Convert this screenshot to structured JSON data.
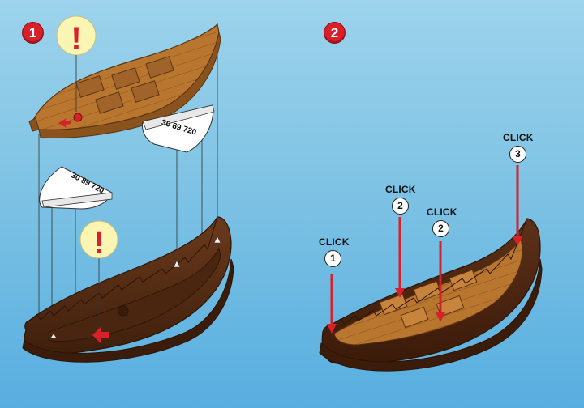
{
  "steps": [
    {
      "number": "1"
    },
    {
      "number": "2"
    }
  ],
  "warning": {
    "symbol": "!"
  },
  "part_code": "30 89 720",
  "clicks": [
    {
      "label": "CLICK",
      "order": "1"
    },
    {
      "label": "CLICK",
      "order": "2"
    },
    {
      "label": "CLICK",
      "order": "2"
    },
    {
      "label": "CLICK",
      "order": "3"
    }
  ],
  "colors": {
    "deck": "#b9762f",
    "deck_dark": "#8a521c",
    "hull": "#5a2f16",
    "hull_dark": "#3b1c0a",
    "arrow": "#d8202a",
    "warning_bg": "#fbf5b4"
  }
}
